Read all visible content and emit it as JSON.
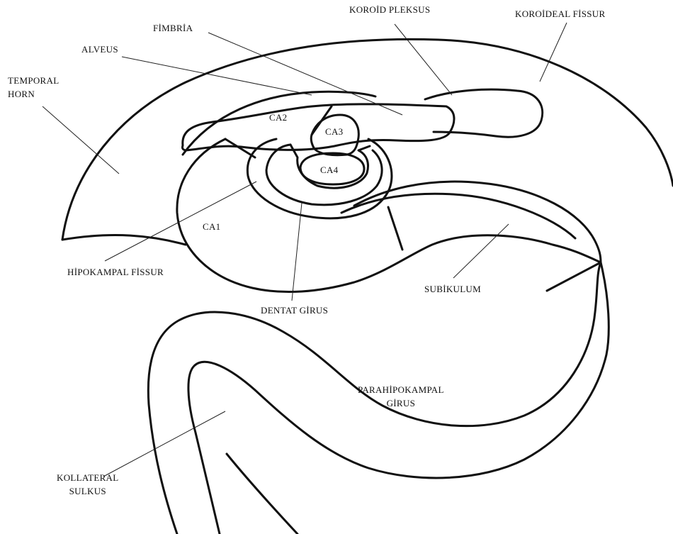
{
  "labels": {
    "koroid_pleksus": "KOROİD PLEKSUS",
    "koroideal_fissur": "KOROİDEAL FİSSUR",
    "fimbria": "FİMBRİA",
    "alveus": "ALVEUS",
    "temporal_horn": "TEMPORAL\nHORN",
    "ca1": "CA1",
    "ca2": "CA2",
    "ca3": "CA3",
    "ca4": "CA4",
    "hipokampal_fissur": "HİPOKAMPAL FİSSUR",
    "subikulum": "SUBİKULUM",
    "dentat_girus": "DENTAT GİRUS",
    "parahipokampal_girus": "PARAHİPOKAMPAL\nGİRUS",
    "kollateral_sulkus": "KOLLATERAL\nSULKUS"
  }
}
